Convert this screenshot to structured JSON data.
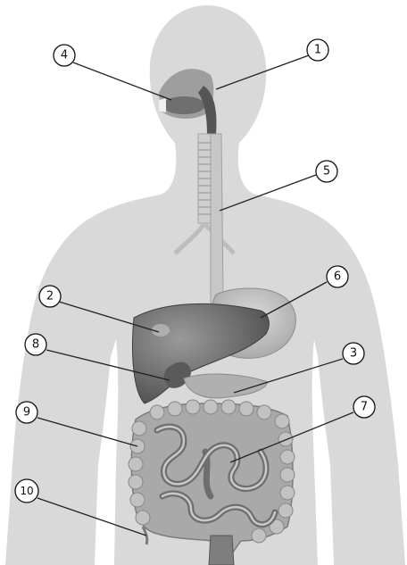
{
  "diagram": {
    "callouts": [
      {
        "id": "c1",
        "label": "1"
      },
      {
        "id": "c2",
        "label": "2"
      },
      {
        "id": "c3",
        "label": "3"
      },
      {
        "id": "c4",
        "label": "4"
      },
      {
        "id": "c5",
        "label": "5"
      },
      {
        "id": "c6",
        "label": "6"
      },
      {
        "id": "c7",
        "label": "7"
      },
      {
        "id": "c8",
        "label": "8"
      },
      {
        "id": "c9",
        "label": "9"
      },
      {
        "id": "c10",
        "label": "10"
      }
    ]
  },
  "colors": {
    "background": "#ffffff",
    "body_silhouette": "#d9d9d9",
    "liver": "#6e6e6e",
    "stomach": "#bdbdbd",
    "intestine": "#9a9a9a",
    "esophagus": "#c7c7c7",
    "leader_lines": "#222222"
  }
}
